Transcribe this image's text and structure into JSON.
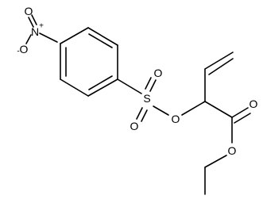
{
  "molecule": {
    "atoms": {
      "nitro_n": "N",
      "nitro_n_charge": "+",
      "nitro_o_top": "O",
      "nitro_o_minus": "O",
      "nitro_o_minus_charge": "-",
      "sulfonyl_s": "S",
      "sulfonyl_o_upper": "O",
      "sulfonyl_o_lower": "O",
      "ester_link_o": "O",
      "carbonyl_o": "O",
      "ethoxy_o": "O"
    }
  }
}
